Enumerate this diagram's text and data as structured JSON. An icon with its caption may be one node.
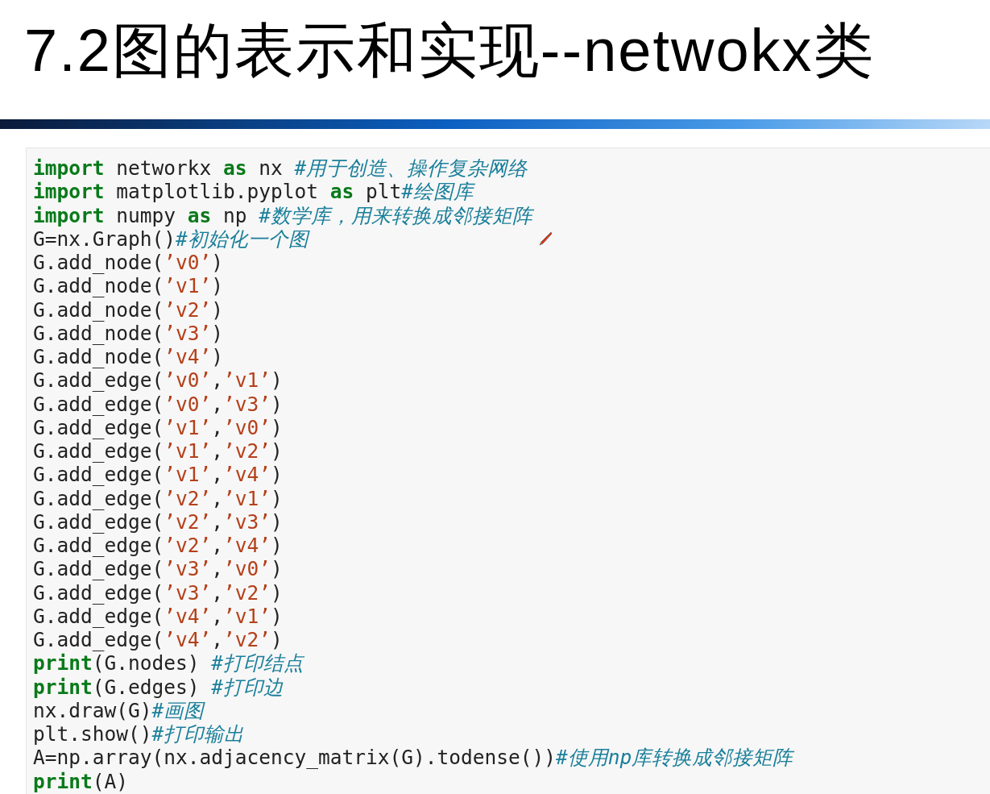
{
  "diagram": {
    "title": "7.2图的表示和实现--netwokx类",
    "labels": [
      "**import** networkx **as** nx #用于创造、操作复杂网络",
      "**import** matplotlib.pyplot **as** plt#绘图库",
      "**import** numpy **as** np #数学库，用来转换成邻接矩阵",
      "G=nx.Graph()#初始化一个图",
      "G.add_node(’v0’)",
      "G.add_node(’v1’)",
      "G.add_node(’v2’)",
      "G.add_node(’v3’)",
      "G.add_node(’v4’)",
      "G.add_edge(’v0’,’v1’)",
      "G.add_edge(’v0’,’v3’)",
      "G.add_edge(’v1’,’v0’)",
      "G.add_edge(’v1’,’v2’)",
      "G.add_edge(’v1’,’v4’)",
      "G.add_edge(’v2’,’v1’)",
      "G.add_edge(’v2’,’v3’)",
      "G.add_edge(’v2’,’v4’)",
      "G.add_edge(’v3’,’v0’)",
      "G.add_edge(’v3’,’v2’)",
      "G.add_edge(’v4’,’v1’)",
      "G.add_edge(’v4’,’v2’)",
      "**print**(G.nodes) #打印结点",
      "**print**(G.edges) #打印边",
      "nx.draw(G)#画图",
      "plt.show()#打印输出",
      "A=np.array(nx.adjacency_matrix(G).todense())#使用np库转换成邻接矩阵",
      "**print**(A)"
    ]
  }
}
